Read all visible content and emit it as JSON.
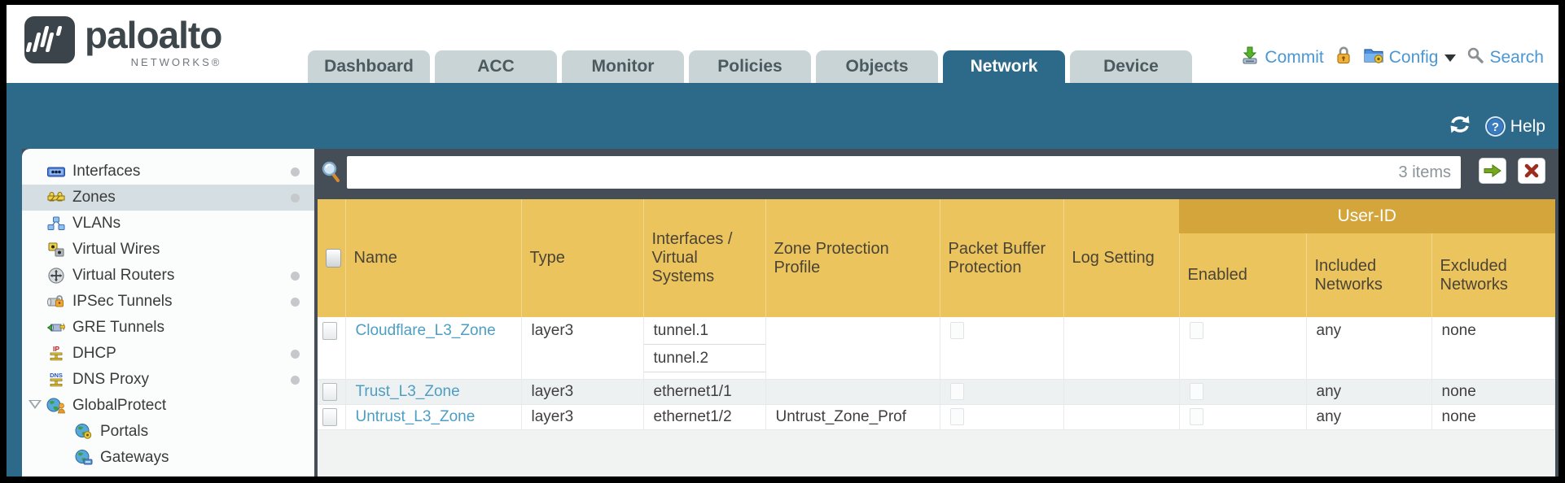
{
  "header": {
    "brand": "paloalto",
    "brand_sub": "NETWORKS®",
    "tabs": [
      {
        "label": "Dashboard",
        "active": false
      },
      {
        "label": "ACC",
        "active": false
      },
      {
        "label": "Monitor",
        "active": false
      },
      {
        "label": "Policies",
        "active": false
      },
      {
        "label": "Objects",
        "active": false
      },
      {
        "label": "Network",
        "active": true
      },
      {
        "label": "Device",
        "active": false
      }
    ],
    "commit_label": "Commit",
    "config_label": "Config",
    "search_label": "Search"
  },
  "banner": {
    "help_label": "Help"
  },
  "sidebar": {
    "items": [
      {
        "label": "Interfaces",
        "dot": true,
        "selected": false
      },
      {
        "label": "Zones",
        "dot": true,
        "selected": true
      },
      {
        "label": "VLANs",
        "dot": false,
        "selected": false
      },
      {
        "label": "Virtual Wires",
        "dot": false,
        "selected": false
      },
      {
        "label": "Virtual Routers",
        "dot": true,
        "selected": false
      },
      {
        "label": "IPSec Tunnels",
        "dot": true,
        "selected": false
      },
      {
        "label": "GRE Tunnels",
        "dot": false,
        "selected": false
      },
      {
        "label": "DHCP",
        "dot": true,
        "selected": false
      },
      {
        "label": "DNS Proxy",
        "dot": true,
        "selected": false
      },
      {
        "label": "GlobalProtect",
        "dot": false,
        "selected": false,
        "expanded": true
      },
      {
        "label": "Portals",
        "dot": false,
        "selected": false,
        "child": true
      },
      {
        "label": "Gateways",
        "dot": false,
        "selected": false,
        "child": true
      }
    ]
  },
  "filter": {
    "value": "",
    "count_label": "3 items"
  },
  "table": {
    "group_header": "User-ID",
    "columns": {
      "name": "Name",
      "type": "Type",
      "interfaces": "Interfaces / Virtual Systems",
      "zone_protection": "Zone Protection Profile",
      "packet_buffer": "Packet Buffer Protection",
      "log_setting": "Log Setting",
      "enabled": "Enabled",
      "included": "Included Networks",
      "excluded": "Excluded Networks"
    },
    "rows": [
      {
        "name": "Cloudflare_L3_Zone",
        "type": "layer3",
        "interfaces": [
          "tunnel.1",
          "tunnel.2"
        ],
        "zone_protection_profile": "",
        "log_setting": "",
        "included_networks": "any",
        "excluded_networks": "none"
      },
      {
        "name": "Trust_L3_Zone",
        "type": "layer3",
        "interfaces": [
          "ethernet1/1"
        ],
        "zone_protection_profile": "",
        "log_setting": "",
        "included_networks": "any",
        "excluded_networks": "none"
      },
      {
        "name": "Untrust_L3_Zone",
        "type": "layer3",
        "interfaces": [
          "ethernet1/2"
        ],
        "zone_protection_profile": "Untrust_Zone_Prof",
        "log_setting": "",
        "included_networks": "any",
        "excluded_networks": "none"
      }
    ]
  }
}
